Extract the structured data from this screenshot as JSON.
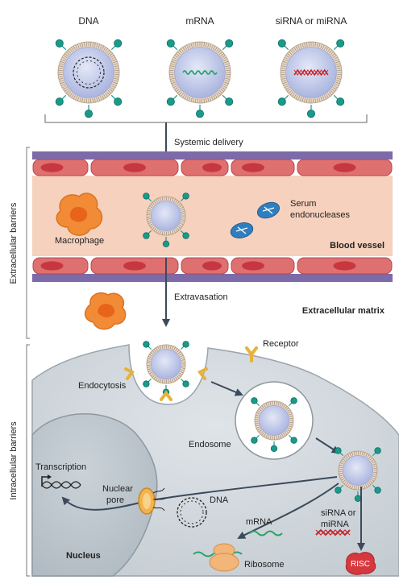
{
  "top_labels": {
    "dna": "DNA",
    "mrna": "mRNA",
    "sirna": "siRNA or miRNA"
  },
  "side_labels": {
    "extracellular": "Extracellular barriers",
    "intracellular": "Intracellular barriers"
  },
  "labels": {
    "systemic_delivery": "Systemic delivery",
    "macrophage": "Macrophage",
    "serum_line1": "Serum",
    "serum_line2": "endonucleases",
    "blood_vessel": "Blood vessel",
    "extravasation": "Extravasation",
    "extracellular_matrix": "Extracellular matrix",
    "receptor": "Receptor",
    "endocytosis": "Endocytosis",
    "endosome": "Endosome",
    "transcription": "Transcription",
    "nuclear_pore_line1": "Nuclear",
    "nuclear_pore_line2": "pore",
    "dna_free": "DNA",
    "mrna_free": "mRNA",
    "sirna_line1": "siRNA or",
    "sirna_line2": "miRNA",
    "nucleus": "Nucleus",
    "ribosome": "Ribosome",
    "risc": "RISC"
  },
  "colors": {
    "vessel_lumen": "#f5cdb9",
    "endothelial": "#d9666a",
    "membrane_purple": "#8e7bb7",
    "teal_ligand": "#1a9a8a",
    "core": "#b9c3e6",
    "cell": "#cfd6db",
    "nucleus": "#bcc5cc",
    "macrophage": "#f08a3a",
    "enzyme": "#2f7fc0",
    "receptor": "#e7b23a",
    "risc": "#d23a3a",
    "arrow": "#3b4a5a"
  }
}
